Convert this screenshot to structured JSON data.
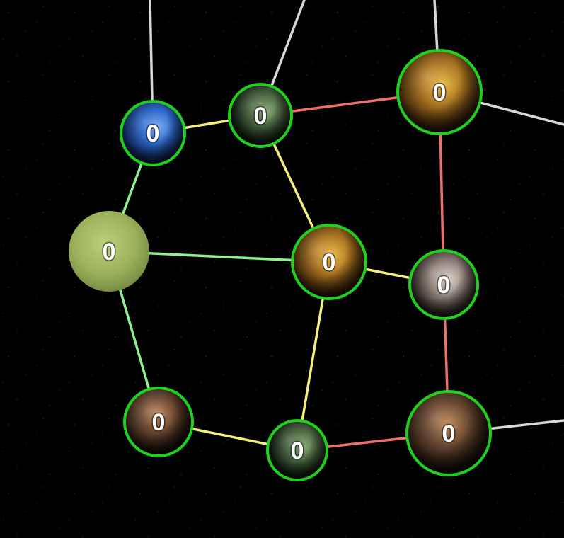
{
  "game": {
    "planets": [
      {
        "id": "p1",
        "label": "0",
        "variant": "blue"
      },
      {
        "id": "p2",
        "label": "0",
        "variant": "moss"
      },
      {
        "id": "p3",
        "label": "0",
        "variant": "amber"
      },
      {
        "id": "p4",
        "label": "0",
        "variant": "olive"
      },
      {
        "id": "p5",
        "label": "0",
        "variant": "amber"
      },
      {
        "id": "p6",
        "label": "0",
        "variant": "gas"
      },
      {
        "id": "p7",
        "label": "0",
        "variant": "rust"
      },
      {
        "id": "p8",
        "label": "0",
        "variant": "moss"
      },
      {
        "id": "p9",
        "label": "0",
        "variant": "rust"
      }
    ],
    "links": [
      {
        "from": "p1",
        "to": "p2",
        "color": "yellow"
      },
      {
        "from": "p2",
        "to": "p3",
        "color": "red"
      },
      {
        "from": "p1",
        "to": "p4",
        "color": "green"
      },
      {
        "from": "p2",
        "to": "p5",
        "color": "yellow"
      },
      {
        "from": "p4",
        "to": "p5",
        "color": "green"
      },
      {
        "from": "p5",
        "to": "p6",
        "color": "yellow"
      },
      {
        "from": "p3",
        "to": "p6",
        "color": "red"
      },
      {
        "from": "p4",
        "to": "p7",
        "color": "green"
      },
      {
        "from": "p5",
        "to": "p8",
        "color": "yellow"
      },
      {
        "from": "p7",
        "to": "p8",
        "color": "yellow"
      },
      {
        "from": "p8",
        "to": "p9",
        "color": "red"
      },
      {
        "from": "p6",
        "to": "p9",
        "color": "red"
      },
      {
        "from": "p1",
        "to": "off-top-left",
        "color": "white"
      },
      {
        "from": "p2",
        "to": "off-top-mid",
        "color": "white"
      },
      {
        "from": "p3",
        "to": "off-top-right",
        "color": "white"
      },
      {
        "from": "p3",
        "to": "off-right-upper",
        "color": "white"
      },
      {
        "from": "p9",
        "to": "off-right-lower",
        "color": "white"
      }
    ]
  },
  "colors": {
    "yellow": "#f5ef7a",
    "red": "#ef6f6f",
    "green": "#8ef08e",
    "white": "#d8d8d8",
    "planet_glow": "#1fd01f"
  }
}
